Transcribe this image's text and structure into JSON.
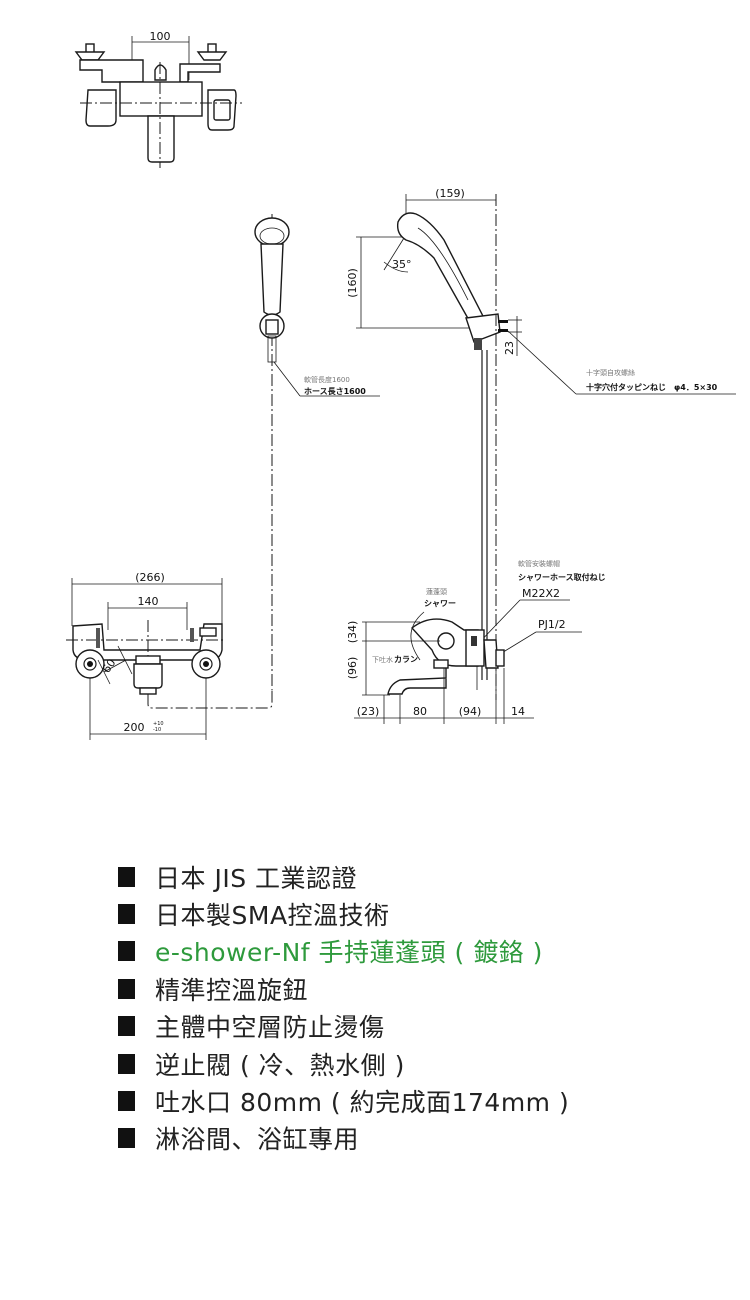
{
  "drawing": {
    "top_view": {
      "dim_center": "100"
    },
    "handshower": {
      "hose_length_cn": "軟管長度1600",
      "hose_length_jp": "ホース長さ1600",
      "dim_width": "(159)",
      "dim_height": "(160)",
      "angle": "35°",
      "dim_bracket": "23",
      "screw_cn": "十字頭自攻螺絲",
      "screw_jp": "十字穴付タッピンねじ　φ4．5×30"
    },
    "front_view": {
      "dim_overall": "(266)",
      "dim_inner": "140",
      "dim_angle_len": "60",
      "dim_pitch": "200",
      "tol_plus": "+10",
      "tol_minus": "-10"
    },
    "side_view": {
      "shower_cn": "蓮蓬頭",
      "shower_jp": "シャワー",
      "spout_cn": "下吐水",
      "spout_jp": "カラン",
      "hose_thread_cn": "軟管安裝螺帽",
      "hose_thread_jp": "シャワーホース取付ねじ",
      "thread_spec": "M22X2",
      "pipe_spec": "PJ1/2",
      "dim_upper": "(34)",
      "dim_lower": "(96)",
      "dim_a": "(23)",
      "dim_b": "80",
      "dim_c": "(94)",
      "dim_d": "14"
    }
  },
  "features": [
    {
      "text": "日本 JIS 工業認證",
      "highlight": false
    },
    {
      "text": "日本製SMA控溫技術",
      "highlight": false
    },
    {
      "text": "e-shower-Nf 手持蓮蓬頭 ( 鍍鉻 )",
      "highlight": true
    },
    {
      "text": "精準控溫旋鈕",
      "highlight": false
    },
    {
      "text": "主體中空層防止燙傷",
      "highlight": false
    },
    {
      "text": "逆止閥 ( 冷、熱水側 )",
      "highlight": false
    },
    {
      "text": "吐水口 80mm ( 約完成面174mm )",
      "highlight": false
    },
    {
      "text": "淋浴間、浴缸專用",
      "highlight": false
    }
  ],
  "colors": {
    "highlight": "#2e9a3c",
    "text": "#222222",
    "bullet": "#111111"
  }
}
